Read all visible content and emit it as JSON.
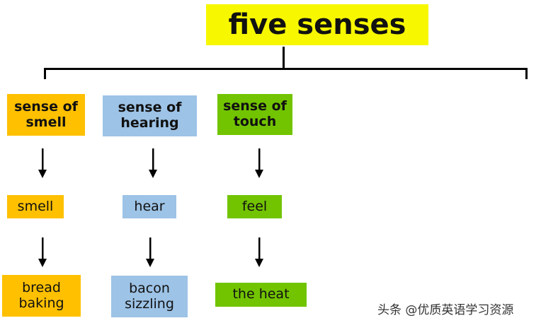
{
  "title": "five senses",
  "colors": {
    "title": "#f7f700",
    "smell": "#ffc000",
    "hearing": "#9dc3e6",
    "touch": "#72c400"
  },
  "columns": [
    {
      "sense": "sense of smell",
      "verb": "smell",
      "example": "bread baking"
    },
    {
      "sense": "sense of hearing",
      "verb": "hear",
      "example": "bacon sizzling"
    },
    {
      "sense": "sense of touch",
      "verb": "feel",
      "example": "the heat"
    }
  ],
  "watermark": "头条 @优质英语学习资源"
}
